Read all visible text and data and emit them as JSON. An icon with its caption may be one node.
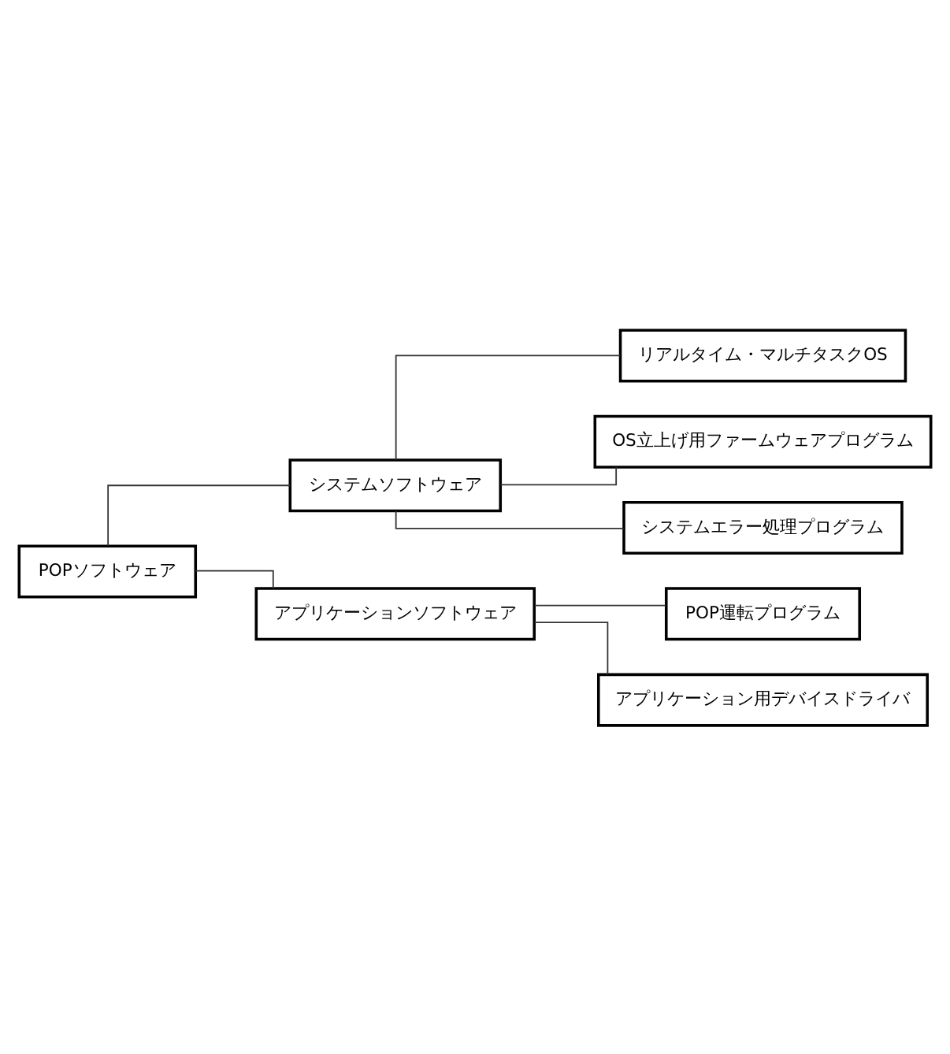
{
  "diagram": {
    "nodes": [
      {
        "text": [
          "POPソフトウェア"
        ]
      },
      {
        "text": [
          "システムソフトウェア"
        ]
      },
      {
        "text": [
          "アプリケーションソフトウェア"
        ]
      },
      {
        "text": [
          "リアルタイム・マルチタスクOS"
        ]
      },
      {
        "text": [
          "OS立上げ用ファームウェアプログラム"
        ]
      },
      {
        "text": [
          "システムエラー処理プログラム"
        ]
      },
      {
        "text": [
          "POP運転プログラム"
        ]
      },
      {
        "text": [
          "アプリケーション用デバイスドライバ"
        ]
      }
    ],
    "edges": [
      {
        "from": 0,
        "to": 1,
        "arrow": "none"
      },
      {
        "from": 0,
        "to": 2,
        "arrow": "none"
      },
      {
        "from": 1,
        "to": 3,
        "arrow": "none"
      },
      {
        "from": 1,
        "to": 4,
        "arrow": "none"
      },
      {
        "from": 1,
        "to": 5,
        "arrow": "none"
      },
      {
        "from": 2,
        "to": 6,
        "arrow": "none"
      },
      {
        "from": 2,
        "to": 7,
        "arrow": "none"
      }
    ]
  }
}
